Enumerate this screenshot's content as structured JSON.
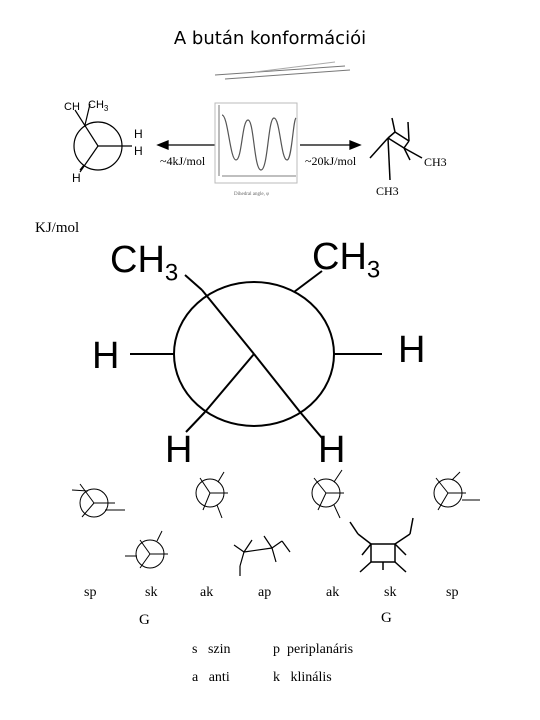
{
  "title": "A bután konformációi",
  "top_row": {
    "left_arrow_label": "~4kJ/mol",
    "right_arrow_label": "~20kJ/mol",
    "left_newman_labels": {
      "ch3_a": "CH",
      "ch3_b": "CH",
      "h1": "H",
      "h2": "H",
      "h3": "H",
      "sub": "3"
    },
    "right_struct_labels": {
      "ch3_top": "CH3",
      "ch3_bottom": "CH3"
    },
    "energy_plot_axis_label": "Dihedral angle, φ"
  },
  "unit_label": "KJ/mol",
  "big_newman": {
    "top_left": "CH",
    "top_right": "CH",
    "sub": "3",
    "left": "H",
    "right": "H",
    "bottom_left": "H",
    "bottom_right": "H"
  },
  "conformation_labels": [
    "sp",
    "sk",
    "ak",
    "ap",
    "ak",
    "sk",
    "sp"
  ],
  "group_labels": [
    "G",
    "G"
  ],
  "legend": [
    {
      "abbr": "s",
      "text": "szin"
    },
    {
      "abbr": "p",
      "text": "periplanáris"
    },
    {
      "abbr": "a",
      "text": "anti"
    },
    {
      "abbr": "k",
      "text": "klinális"
    }
  ],
  "colors": {
    "ink": "#000000",
    "faint": "#888888",
    "plot_curve": "#555555"
  }
}
